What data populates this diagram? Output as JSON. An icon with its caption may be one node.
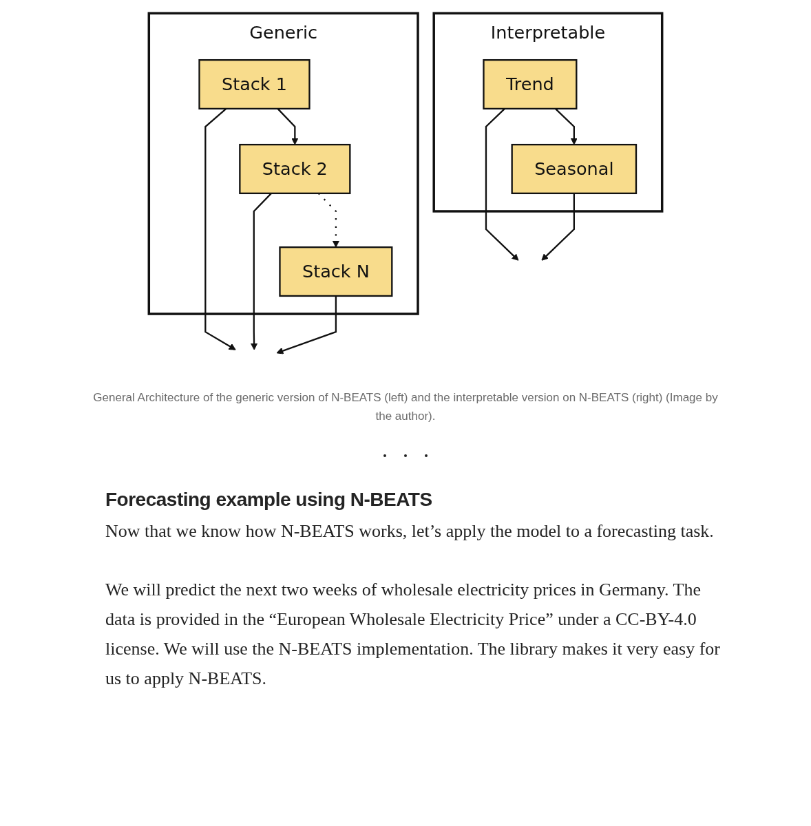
{
  "diagram": {
    "nodes": [
      {
        "text": [
          "Generic"
        ]
      },
      {
        "text": [
          "Stack 1"
        ],
        "in": 0
      },
      {
        "text": [
          "Stack 2"
        ],
        "in": 0
      },
      {
        "text": [
          "Stack N"
        ],
        "in": 0
      },
      {
        "text": [
          "Interpretable"
        ]
      },
      {
        "text": [
          "Trend"
        ],
        "in": 4
      },
      {
        "text": [
          "Seasonal"
        ],
        "in": 4
      }
    ],
    "edges": [
      {
        "from": 1,
        "to": 2,
        "arrow": "to"
      },
      {
        "from": 2,
        "to": 3,
        "arrow": "to",
        "style": "dashed"
      },
      {
        "from": 1,
        "to": null,
        "arrow": "to"
      },
      {
        "from": 2,
        "to": null,
        "arrow": "to"
      },
      {
        "from": 3,
        "to": null,
        "arrow": "to"
      },
      {
        "from": 5,
        "to": 6,
        "arrow": "to"
      },
      {
        "from": 5,
        "to": null,
        "arrow": "to"
      },
      {
        "from": 6,
        "to": null,
        "arrow": "to"
      }
    ],
    "caption": "General Architecture of the generic version of N-BEATS (left) and the interpretable version on N-BEATS (right) (Image by the author).",
    "labels": [
      "Forecasting example using N-BEATS",
      "Now that we know how N-BEATS works, let’s apply the model to a forecasting task.",
      "We will predict the next two weeks of wholesale electricity prices in Germany. The data is provided in the “European Wholesale Electricity Price” under a CC-BY-4.0 license. We will use the N-BEATS implementation. The library makes it very easy for us to apply N-BEATS."
    ]
  }
}
